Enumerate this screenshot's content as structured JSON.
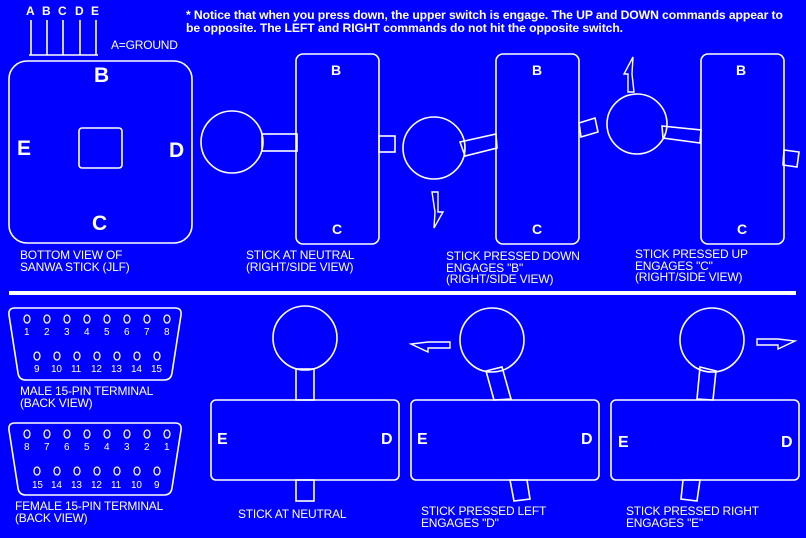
{
  "colors": {
    "background": "#0000ff",
    "foreground": "#ffffff"
  },
  "notice": "*  Notice that when you press down, the upper switch is engage.  The UP and DOWN commands appear to be opposite.  The LEFT and RIGHT commands do not hit the opposite switch.",
  "connector": {
    "pins": [
      "A",
      "B",
      "C",
      "D",
      "E"
    ],
    "ground_label": "A=GROUND"
  },
  "bottom_view": {
    "labels": {
      "top": "B",
      "bottom": "C",
      "left": "E",
      "right": "D"
    },
    "caption": [
      "BOTTOM VIEW OF",
      "SANWA STICK (JLF)"
    ]
  },
  "side_views": [
    {
      "top": "B",
      "bottom": "C",
      "caption": [
        "STICK AT NEUTRAL",
        "(RIGHT/SIDE VIEW)"
      ]
    },
    {
      "top": "B",
      "bottom": "C",
      "caption": [
        "STICK PRESSED DOWN",
        "ENGAGES \"B\"",
        "(RIGHT/SIDE VIEW)"
      ]
    },
    {
      "top": "B",
      "bottom": "C",
      "caption": [
        "STICK PRESSED UP",
        "ENGAGES \"C\"",
        "(RIGHT/SIDE VIEW)"
      ]
    }
  ],
  "front_views": [
    {
      "left": "E",
      "right": "D",
      "caption": [
        "STICK AT NEUTRAL"
      ]
    },
    {
      "left": "E",
      "right": "D",
      "caption": [
        "STICK PRESSED LEFT",
        "ENGAGES \"D\""
      ]
    },
    {
      "left": "E",
      "right": "D",
      "caption": [
        "STICK PRESSED RIGHT",
        "ENGAGES \"E\""
      ]
    }
  ],
  "terminals": [
    {
      "row1": [
        "1",
        "2",
        "3",
        "4",
        "5",
        "6",
        "7",
        "8"
      ],
      "row2": [
        "9",
        "10",
        "11",
        "12",
        "13",
        "14",
        "15"
      ],
      "caption": [
        "MALE 15-PIN TERMINAL",
        "(BACK VIEW)"
      ]
    },
    {
      "row1": [
        "8",
        "7",
        "6",
        "5",
        "4",
        "3",
        "2",
        "1"
      ],
      "row2": [
        "15",
        "14",
        "13",
        "12",
        "11",
        "10",
        "9"
      ],
      "caption": [
        "FEMALE 15-PIN TERMINAL",
        "(BACK VIEW)"
      ]
    }
  ]
}
